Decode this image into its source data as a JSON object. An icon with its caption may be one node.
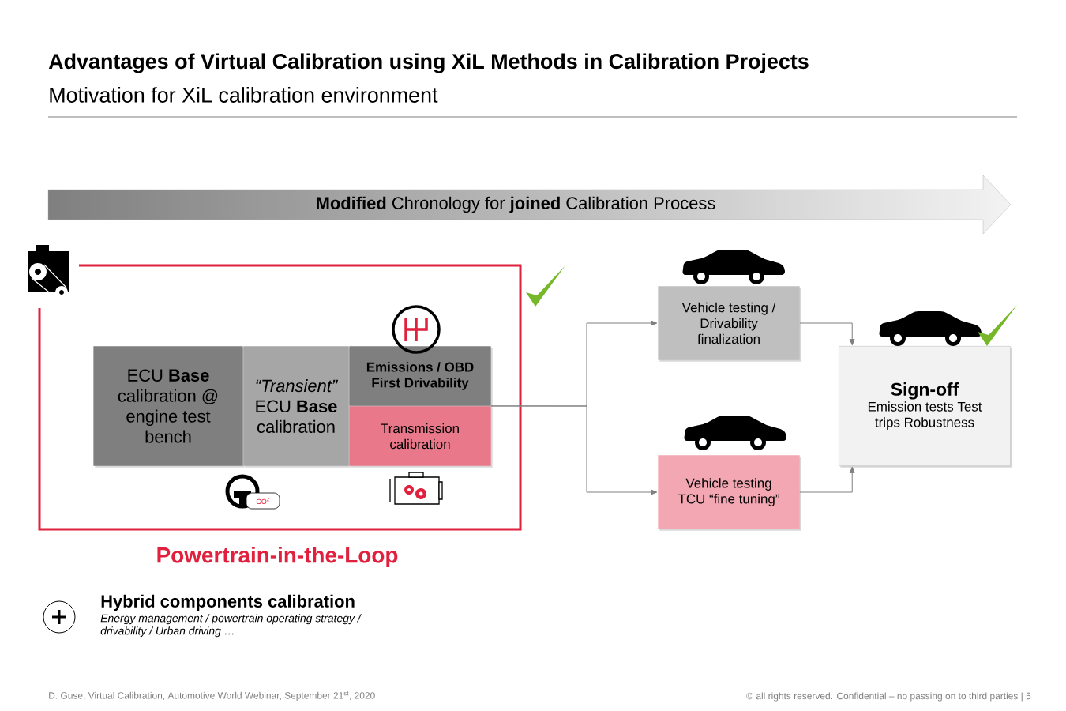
{
  "diagram": {
    "title": "Advantages of Virtual Calibration using XiL Methods in Calibration Projects",
    "nodes": [
      {
        "text": [
          "**Modified** Chronology for **joined** Calibration Process"
        ]
      },
      {
        "text": [
          "Powertrain-in-the-Loop"
        ]
      },
      {
        "text": [
          "ECU **Base** calibration @ engine test bench"
        ],
        "in": 1
      },
      {
        "text": [
          "*“Transient”* ECU **Base** calibration"
        ],
        "in": 1
      },
      {
        "text": [
          "Emissions / OBD First Drivability"
        ],
        "in": 1
      },
      {
        "text": [
          "Transmission calibration"
        ],
        "in": 1
      },
      {
        "text": [
          "Vehicle testing / Drivability finalization"
        ]
      },
      {
        "text": [
          "Vehicle testing TCU “fine tuning”"
        ]
      },
      {
        "text": [
          "Sign-off",
          "Emission tests Test trips Robustness"
        ]
      }
    ],
    "edges": [
      {
        "from": 5,
        "to": 6,
        "arrow": "to"
      },
      {
        "from": 5,
        "to": 7,
        "arrow": "to"
      },
      {
        "from": 6,
        "to": 8,
        "arrow": "to"
      },
      {
        "from": 7,
        "to": 8,
        "arrow": "to"
      }
    ],
    "labels": [
      "Motivation for XiL calibration environment",
      "CO$^{2}$",
      "Hybrid components calibration",
      "Energy management / powertrain operating strategy / drivability / Urban driving …",
      "D. Guse, Virtual Calibration, Automotive World Webinar, September 21$^{st}$, 2020",
      "© all rights reserved. Confidential – no passing on to third parties  |  5"
    ]
  }
}
